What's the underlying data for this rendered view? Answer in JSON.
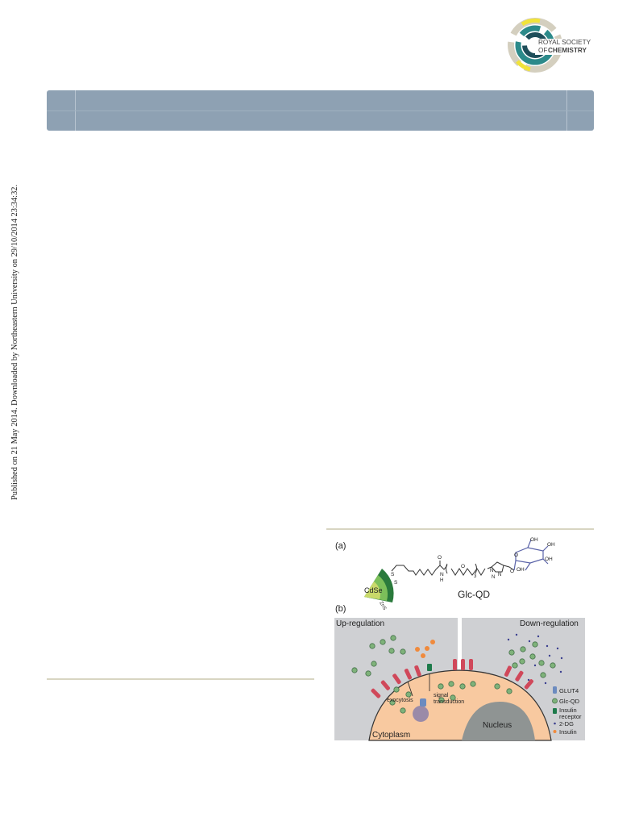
{
  "publisher": {
    "logo_text_line1": "ROYAL SOCIETY",
    "logo_text_line2": "OF",
    "logo_text_line3": "CHEMISTRY"
  },
  "sidebar_notice": "Published on 21 May 2014. Downloaded by Northeastern University on 29/10/2014 23:34:32.",
  "figure": {
    "panel_a": {
      "label": "(a)",
      "core_label": "CdSe",
      "shell_label": "ZnS",
      "compound_label": "Glc-QD",
      "atoms": {
        "s1": "S",
        "s2": "S",
        "o_carbonyl": "O",
        "nh": "N",
        "h": "H",
        "o_peg": "O",
        "sub3": "3",
        "n1": "N",
        "n2": "N",
        "n3": "N",
        "o_link": "O",
        "oh1": "OH",
        "oh2": "OH",
        "oh3": "OH",
        "oh4": "OH",
        "ring_o": "O"
      }
    },
    "panel_b": {
      "label": "(b)",
      "left_title": "Up-regulation",
      "right_title": "Down-regulation",
      "exocytosis": "exocytosis",
      "signal_line1": "signal",
      "signal_line2": "transduction",
      "cytoplasm": "Cytoplasm",
      "nucleus": "Nucleus",
      "legend": {
        "glut4": "GLUT4",
        "glcqd": "Glc-QD",
        "receptor_line1": "Insulin",
        "receptor_line2": "receptor",
        "dg": "2-DG",
        "insulin": "Insulin"
      },
      "colors": {
        "background": "#cfd0d3",
        "cytoplasm": "#f8c9a0",
        "nucleus": "#8f9493",
        "glut4": "#d0485a",
        "glut4_stripe": "#6c8bbf",
        "qd": "#7fb27a",
        "receptor": "#1d7a4a",
        "insulin": "#f08a3c",
        "dg": "#3b3f8f"
      }
    }
  }
}
